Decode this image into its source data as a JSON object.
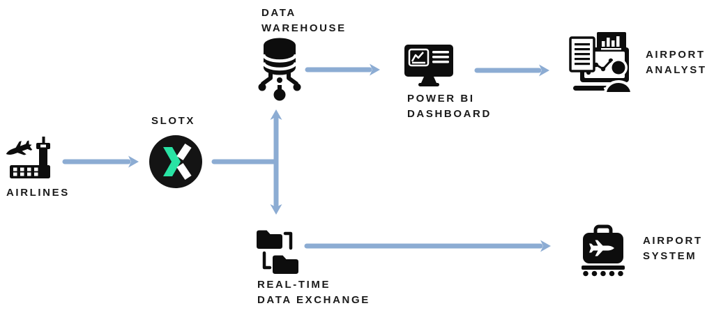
{
  "colors": {
    "background": "#ffffff",
    "ink": "#0d0d0d",
    "label": "#1a1a1a",
    "arrow": "#8cacd3",
    "brand_green": "#29e3a4",
    "brand_black": "#141414"
  },
  "nodes": {
    "airlines": {
      "label": "AIRLINES",
      "icon": "airport-terminal-plane-icon"
    },
    "slotx": {
      "label": "SLOTX",
      "icon": "slotx-logo-icon"
    },
    "data_warehouse": {
      "label1": "DATA",
      "label2": "WAREHOUSE",
      "icon": "database-distribution-icon"
    },
    "power_bi_dashboard": {
      "label1": "POWER BI",
      "label2": "DASHBOARD",
      "icon": "monitor-chart-icon"
    },
    "airport_analyst": {
      "label1": "AIRPORT",
      "label2": "ANALYST",
      "icon": "analyst-workstation-icon"
    },
    "real_time_data_exchange": {
      "label1": "REAL-TIME",
      "label2": "DATA EXCHANGE",
      "icon": "folder-exchange-icon"
    },
    "airport_system": {
      "label1": "AIRPORT",
      "label2": "SYSTEM",
      "icon": "luggage-conveyor-icon"
    }
  },
  "edges": [
    {
      "from": "airlines",
      "to": "slotx"
    },
    {
      "from": "slotx",
      "to": "data_warehouse"
    },
    {
      "from": "slotx",
      "to": "real_time_data_exchange"
    },
    {
      "from": "data_warehouse",
      "to": "power_bi_dashboard"
    },
    {
      "from": "power_bi_dashboard",
      "to": "airport_analyst"
    },
    {
      "from": "real_time_data_exchange",
      "to": "airport_system"
    }
  ]
}
